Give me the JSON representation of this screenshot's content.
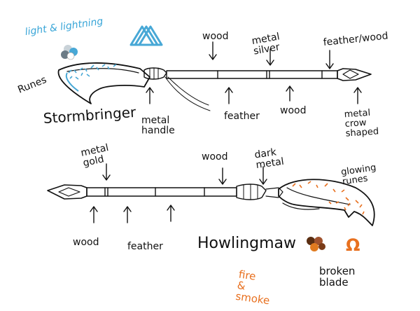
{
  "colors": {
    "ink": "#111111",
    "lightning_blue": "#3aa6d8",
    "fire_orange": "#e8701f",
    "smoke_dark": "#3a3a3a",
    "brown_swatch": "#5a2e12",
    "rust_swatch": "#a0522d",
    "orange_swatch": "#e07a1f",
    "swatch_gray": "#6b7b86",
    "swatch_light": "#c9d2d8",
    "swatch_blue": "#48a8d6"
  },
  "icons": {
    "lightning_rune": "valknut-triangles-icon",
    "fire_symbol": "omega-icon"
  },
  "top_weapon": {
    "theme_label": "light & lightning",
    "name": "Stormbringer",
    "runes_label": "Runes",
    "metal_handle_label": "metal handle",
    "wood_label_top_1": "wood",
    "metal_silver_label": "metal silver",
    "feather_wood_label": "feather/wood",
    "feather_label": "feather",
    "wood_label_bottom": "wood",
    "tip_label": "metal crow shaped"
  },
  "bottom_weapon": {
    "metal_gold_label": "metal gold",
    "wood_label_top": "wood",
    "dark_metal_label": "dark metal",
    "glowing_runes_label": "glowing runes",
    "wood_label_bottom": "wood",
    "feather_label": "feather",
    "name": "Howlingmaw",
    "theme_label": "fire & smoke",
    "broken_blade_label": "broken blade",
    "omega_glyph": "Ω"
  }
}
